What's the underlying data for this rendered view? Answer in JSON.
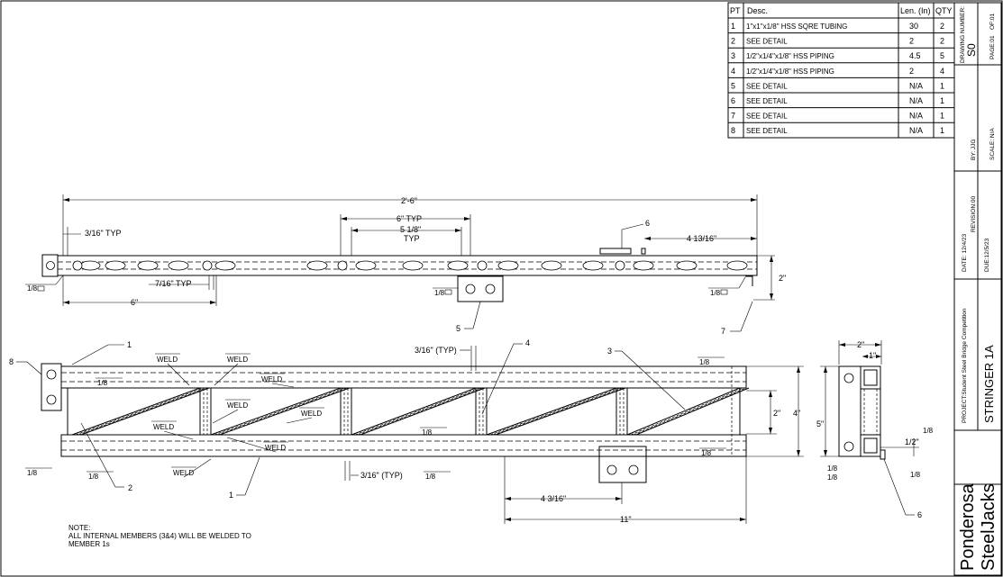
{
  "parts_table": {
    "headers": {
      "pt": "PT",
      "desc": "Desc.",
      "len": "Len. (In)",
      "qty": "QTY"
    },
    "rows": [
      {
        "pt": "1",
        "desc": "1\"x1\"x1/8\" HSS SQRE TUBING",
        "len": "30",
        "qty": "2"
      },
      {
        "pt": "2",
        "desc": "SEE DETAIL",
        "len": "2",
        "qty": "2"
      },
      {
        "pt": "3",
        "desc": "1/2\"x1/4\"x1/8\" HSS PIPING",
        "len": "4.5",
        "qty": "5"
      },
      {
        "pt": "4",
        "desc": "1/2\"x1/4\"x1/8\" HSS PIPING",
        "len": "2",
        "qty": "4"
      },
      {
        "pt": "5",
        "desc": "SEE DETAIL",
        "len": "N/A",
        "qty": "1"
      },
      {
        "pt": "6",
        "desc": "SEE DETAIL",
        "len": "N/A",
        "qty": "1"
      },
      {
        "pt": "7",
        "desc": "SEE DETAIL",
        "len": "N/A",
        "qty": "1"
      },
      {
        "pt": "8",
        "desc": "SEE DETAIL",
        "len": "N/A",
        "qty": "1"
      }
    ]
  },
  "title_block": {
    "drawing_number_label": "DRAWING NUMBER:",
    "drawing_number": "S0",
    "page": "PAGE:01",
    "of": "OF:01",
    "by": "BY: JJG",
    "scale": "SCALE: N/A",
    "date": "DATE: 12/4/23",
    "due": "DUE:12/5/23",
    "revision": "REVISION:00",
    "project": "PROJECT:Student Steel Bridge Competition",
    "title": "STRINGER 1A",
    "company_line1": "Ponderosa",
    "company_line2": "SteelJacks"
  },
  "top_view": {
    "overall": "2'-6\"",
    "typ_316": "3/16\" TYP",
    "spacing_6_typ": "6\" TYP",
    "spacing_518": "5 1/8\"",
    "spacing_518_typ": "TYP",
    "hole_716": "7/16\" TYP",
    "six": "6\"",
    "right_1316": "4 13/16\"",
    "height_2": "2\"",
    "weld_18a": "1/8",
    "weld_18b": "1/8",
    "weld_18c": "1/8",
    "callout_5": "5",
    "callout_6": "6",
    "callout_7": "7"
  },
  "front_view": {
    "callout_1a": "1",
    "callout_1b": "1",
    "callout_2": "2",
    "callout_3": "3",
    "callout_4": "4",
    "callout_8": "8",
    "weld_labels": [
      "WELD",
      "WELD",
      "WELD",
      "WELD",
      "WELD",
      "WELD",
      "WELD",
      "WELD"
    ],
    "typ_top": "3/16\" (TYP)",
    "typ_bottom": "3/16\" (TYP)",
    "dim_2": "2\"",
    "dim_4": "4\"",
    "dim_4316": "4 3/16\"",
    "dim_11": "11\"",
    "w18": [
      "1/8",
      "1/8",
      "1/8",
      "1/8",
      "1/8",
      "1/8",
      "1/8"
    ]
  },
  "side_view": {
    "dim_2": "2\"",
    "dim_1": "1\"",
    "dim_5": "5\"",
    "dim_12": "1/2\"",
    "w18": [
      "1/8",
      "1/8",
      "1/8",
      "1/8"
    ],
    "callout_6": "6"
  },
  "note": {
    "line1": "NOTE:",
    "line2": "ALL INTERNAL MEMBERS (3&4) WILL BE WELDED TO",
    "line3": "MEMBER 1s"
  }
}
